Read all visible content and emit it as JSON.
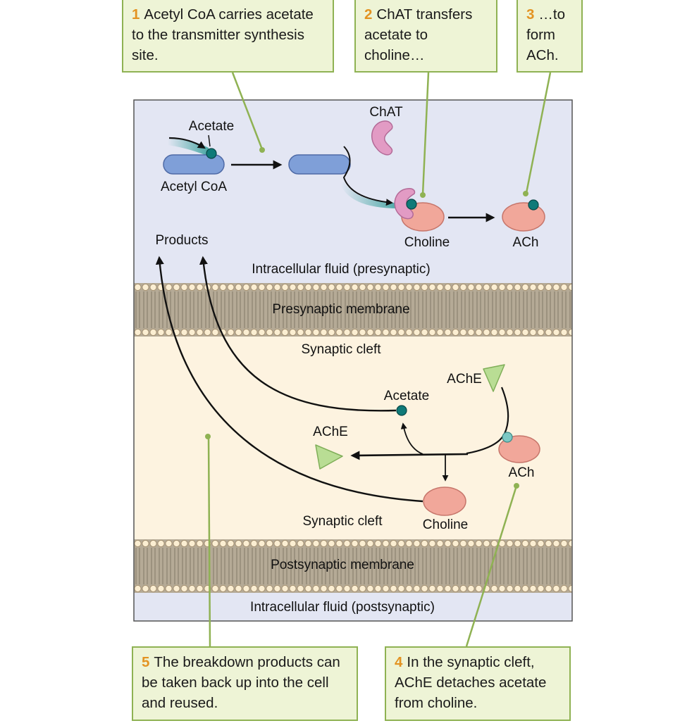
{
  "callouts": {
    "c1": {
      "number": "1",
      "text": "Acetyl CoA carries acetate to the transmitter synthesis site."
    },
    "c2": {
      "number": "2",
      "text": "ChAT transfers acetate to choline…"
    },
    "c3": {
      "number": "3",
      "text": "…to form ACh."
    },
    "c4": {
      "number": "4",
      "text": "In the synaptic cleft, AChE detaches acetate from choline."
    },
    "c5": {
      "number": "5",
      "text": "The breakdown products can be taken back up into the cell and reused."
    }
  },
  "labels": {
    "acetate_top": "Acetate",
    "acetyl_coa": "Acetyl CoA",
    "chat": "ChAT",
    "choline_top": "Choline",
    "ach_top": "ACh",
    "products": "Products",
    "intracellular_pre": "Intracellular fluid (presynaptic)",
    "presynaptic_membrane": "Presynaptic membrane",
    "synaptic_cleft_top": "Synaptic cleft",
    "ache_top": "AChE",
    "acetate_cleft": "Acetate",
    "ache_left": "AChE",
    "ach_cleft": "ACh",
    "synaptic_cleft_bottom": "Synaptic cleft",
    "choline_cleft": "Choline",
    "postsynaptic_membrane": "Postsynaptic membrane",
    "intracellular_post": "Intracellular fluid (postsynaptic)"
  },
  "colors": {
    "intracellular_fill": "#e3e6f3",
    "cleft_fill": "#fdf3e0",
    "membrane_fill": "#b5aa96",
    "callout_fill": "#eef4d6",
    "callout_border": "#8fb253",
    "callout_number": "#e39322",
    "acetyl_coa_fill": "#7f9fd8",
    "chat_fill": "#e29bc4",
    "choline_fill": "#f1a79a",
    "acetate_dot": "#0f7a78",
    "ache_fill": "#b9dd94",
    "leader_line": "#8fb253"
  }
}
